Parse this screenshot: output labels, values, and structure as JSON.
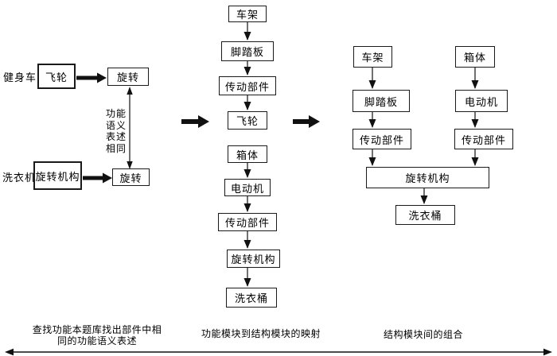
{
  "diagram": {
    "left": {
      "bike_label": "健身车",
      "bike_part": "飞轮",
      "bike_function": "旋转",
      "washer_label": "洗衣机",
      "washer_part": "旋转机构",
      "washer_function": "旋转",
      "annotation": "功能\n语义\n表述\n相同"
    },
    "middle": {
      "items": [
        "车架",
        "脚踏板",
        "传动部件",
        "飞轮",
        "箱体",
        "电动机",
        "传动部件",
        "旋转机构",
        "洗衣桶"
      ]
    },
    "right": {
      "col_a": [
        "车架",
        "脚踏板",
        "传动部件"
      ],
      "col_b": [
        "箱体",
        "电动机",
        "传动部件"
      ],
      "merge": "旋转机构",
      "output": "洗衣桶"
    },
    "captions": {
      "left": "查找功能本题库找出部件中相\n同的功能语义表述",
      "middle": "功能模块到结构模块的映射",
      "right": "结构模块间的组合"
    },
    "colors": {
      "ink": "#111111",
      "background": "#ffffff"
    }
  }
}
